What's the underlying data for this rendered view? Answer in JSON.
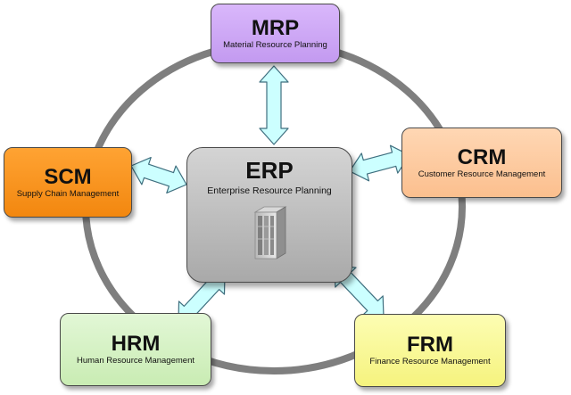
{
  "hub": {
    "abbr": "ERP",
    "full": "Enterprise Resource Planning",
    "icon": "server-icon"
  },
  "modules": [
    {
      "id": "mrp",
      "abbr": "MRP",
      "full": "Material Resource Planning",
      "color": "#c9a3f5"
    },
    {
      "id": "crm",
      "abbr": "CRM",
      "full": "Customer Resource Management",
      "color": "#fcc79c"
    },
    {
      "id": "scm",
      "abbr": "SCM",
      "full": "Supply Chain Management",
      "color": "#f7941d"
    },
    {
      "id": "hrm",
      "abbr": "HRM",
      "full": "Human Resource Management",
      "color": "#d8f2c9"
    },
    {
      "id": "frm",
      "abbr": "FRM",
      "full": "Finance Resource Management",
      "color": "#fafa9e"
    }
  ],
  "style": {
    "ring": "#7f7f7f",
    "arrow_fill": "#ccffff",
    "arrow_stroke": "#3f6f7f"
  }
}
